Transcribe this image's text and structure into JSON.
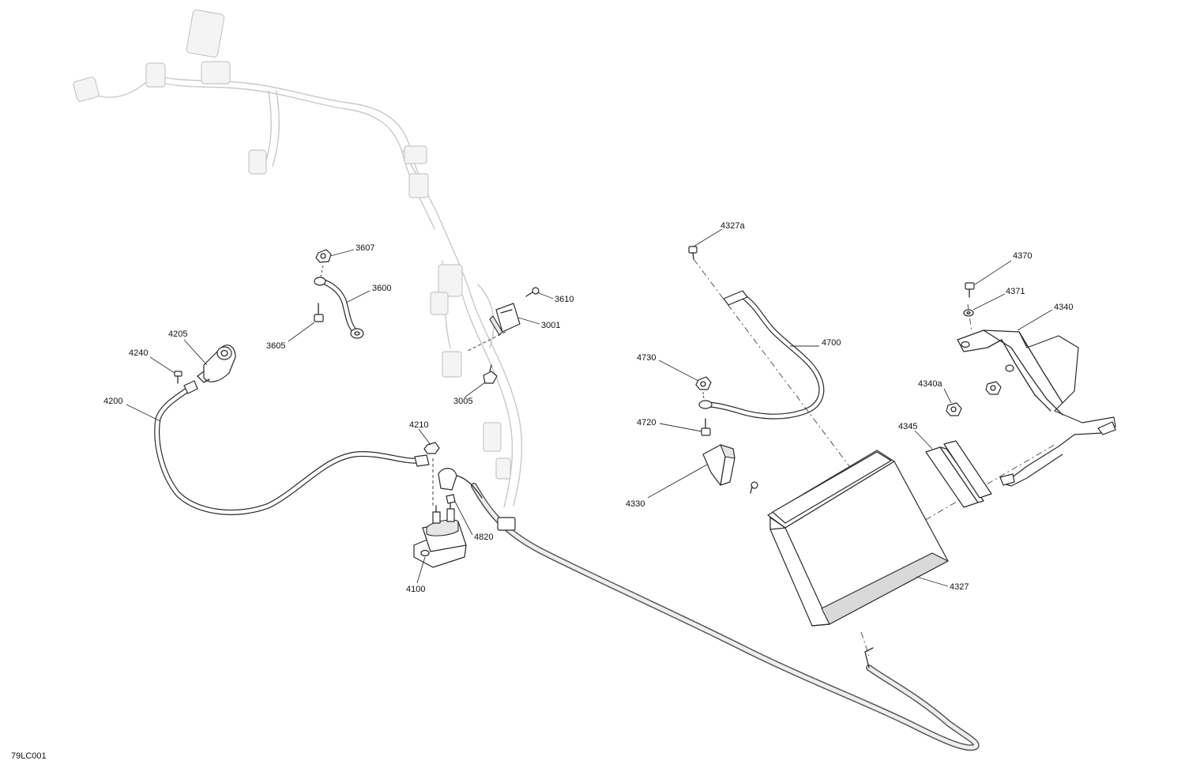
{
  "drawing_code": "79LC001",
  "callouts": {
    "c3607": "3607",
    "c3600": "3600",
    "c3605": "3605",
    "c3610": "3610",
    "c3001": "3001",
    "c3005": "3005",
    "c4205": "4205",
    "c4240": "4240",
    "c4200": "4200",
    "c4210": "4210",
    "c4820": "4820",
    "c4100": "4100",
    "c4327a": "4327a",
    "c4700": "4700",
    "c4730": "4730",
    "c4720": "4720",
    "c4330": "4330",
    "c4327": "4327",
    "c4370": "4370",
    "c4371": "4371",
    "c4340": "4340",
    "c4340a": "4340a",
    "c4345": "4345"
  }
}
